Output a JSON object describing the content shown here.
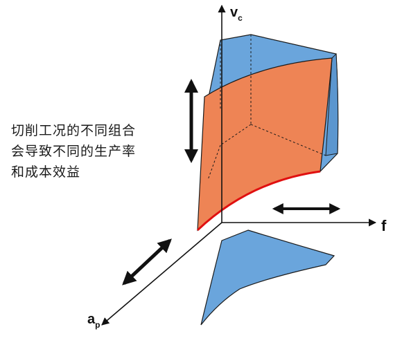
{
  "caption": {
    "line1": "切削工况的不同组合",
    "line2": "会导致不同的生产率",
    "line3": "和成本效益"
  },
  "axes": {
    "vertical": {
      "main": "v",
      "sub": "c"
    },
    "horizontal": {
      "main": "f"
    },
    "depth": {
      "main": "a",
      "sub": "p"
    }
  },
  "colors": {
    "blue_face": "#6aa5dc",
    "orange_face": "#ee8455",
    "red_edge": "#e01010",
    "outline": "#1a1a1a",
    "arrow": "#111111"
  }
}
